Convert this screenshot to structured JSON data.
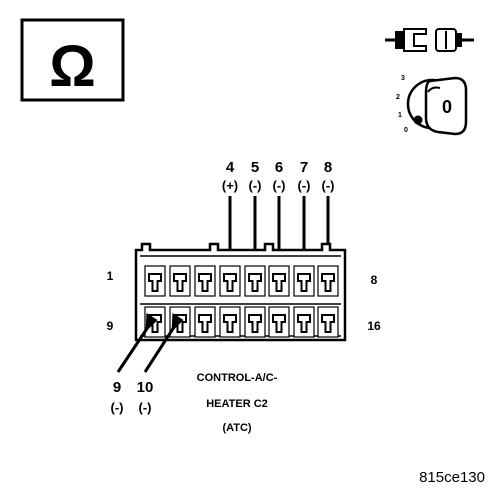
{
  "meter_symbol": "Ω",
  "ignition_position": "0",
  "ignition_steps": [
    "3",
    "2",
    "1",
    "0"
  ],
  "connector": {
    "row_labels": {
      "top_left": "1",
      "top_right": "8",
      "bottom_left": "9",
      "bottom_right": "16"
    },
    "pins": [
      {
        "num": "4",
        "polarity": "(+)"
      },
      {
        "num": "5",
        "polarity": "(-)"
      },
      {
        "num": "6",
        "polarity": "(-)"
      },
      {
        "num": "7",
        "polarity": "(-)"
      },
      {
        "num": "8",
        "polarity": "(-)"
      },
      {
        "num": "9",
        "polarity": "(-)"
      },
      {
        "num": "10",
        "polarity": "(-)"
      }
    ],
    "caption": [
      "CONTROL-A/C-",
      "HEATER C2",
      "(ATC)"
    ]
  },
  "figure_code": "815ce130"
}
